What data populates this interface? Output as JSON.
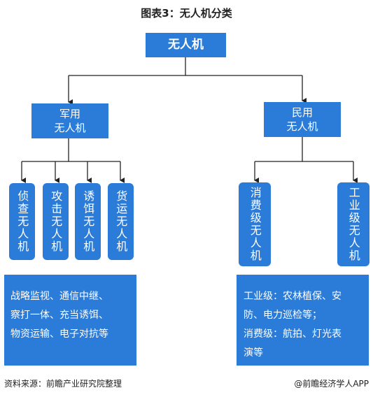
{
  "title": "图表3：无人机分类",
  "root": "无人机",
  "military": {
    "label": "军用\n无人机",
    "children": [
      "侦查无人机",
      "攻击无人机",
      "诱饵无人机",
      "货运无人机"
    ],
    "desc_lines": [
      "战略监视、通信中继、",
      "察打一体、充当诱饵、",
      "物资运输、电子对抗等"
    ]
  },
  "civil": {
    "label": "民用\n无人机",
    "children": [
      "消费级无人机",
      "工业级无人机"
    ],
    "desc_lines": [
      "工业级：农林植保、安",
      "防、电力巡检等；",
      "消费级：航拍、灯光表",
      "演等"
    ]
  },
  "footer": {
    "source": "资料来源：前瞻产业研究院整理",
    "brand": "@前瞻经济学人APP"
  },
  "colors": {
    "box": "#2b7bd8",
    "line": "#222222"
  }
}
